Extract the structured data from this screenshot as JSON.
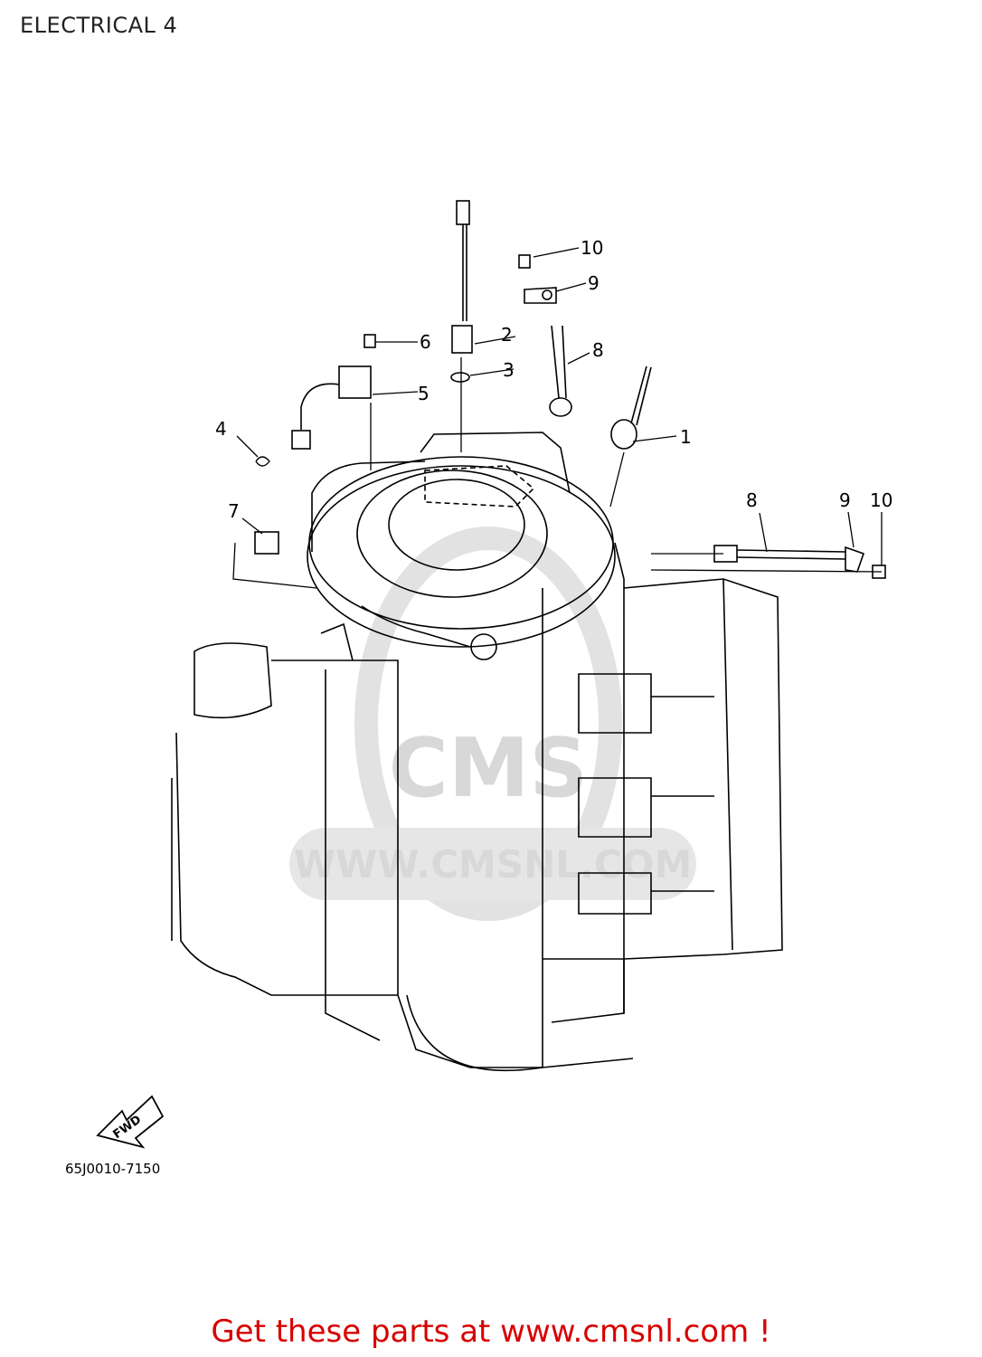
{
  "header": {
    "title": "ELECTRICAL 4"
  },
  "diagram": {
    "callouts": [
      "1",
      "2",
      "3",
      "4",
      "5",
      "6",
      "7",
      "8",
      "9",
      "10",
      "8",
      "9",
      "10"
    ],
    "fwd_label": "FWD",
    "part_code": "65J0010-7150"
  },
  "watermark": {
    "logo_text": "CMS",
    "url_text": "WWW.CMSNL.COM"
  },
  "footer": {
    "cta": "Get these parts at www.cmsnl.com !"
  }
}
